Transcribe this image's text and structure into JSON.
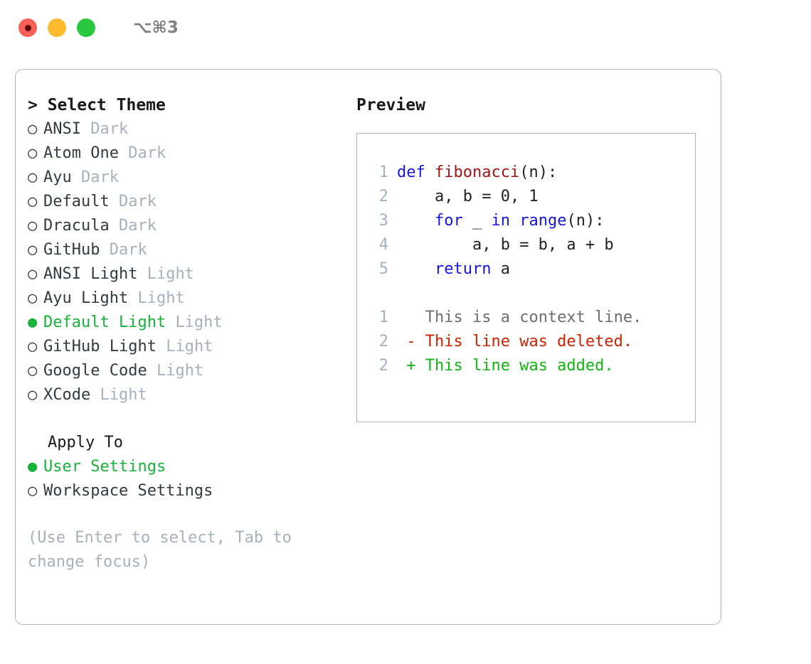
{
  "titlebar": {
    "shortcut": "⌥⌘3",
    "buttons": {
      "close": "close",
      "minimize": "minimize",
      "maximize": "maximize"
    },
    "colors": {
      "close": "#fc5f57",
      "minimize": "#fdbc2e",
      "maximize": "#29c73f"
    }
  },
  "theme_picker": {
    "header": "> Select Theme",
    "bullet_selected": "●",
    "bullet_unselected": "○",
    "items": [
      {
        "name": "ANSI",
        "tag": "Dark",
        "selected": false
      },
      {
        "name": "Atom One",
        "tag": "Dark",
        "selected": false
      },
      {
        "name": "Ayu",
        "tag": "Dark",
        "selected": false
      },
      {
        "name": "Default",
        "tag": "Dark",
        "selected": false
      },
      {
        "name": "Dracula",
        "tag": "Dark",
        "selected": false
      },
      {
        "name": "GitHub",
        "tag": "Dark",
        "selected": false
      },
      {
        "name": "ANSI Light",
        "tag": "Light",
        "selected": false
      },
      {
        "name": "Ayu Light",
        "tag": "Light",
        "selected": false
      },
      {
        "name": "Default Light",
        "tag": "Light",
        "selected": true
      },
      {
        "name": "GitHub Light",
        "tag": "Light",
        "selected": false
      },
      {
        "name": "Google Code",
        "tag": "Light",
        "selected": false
      },
      {
        "name": "XCode",
        "tag": "Light",
        "selected": false
      }
    ]
  },
  "apply_to": {
    "title": "Apply To",
    "options": [
      {
        "label": "User Settings",
        "selected": true
      },
      {
        "label": "Workspace Settings",
        "selected": false
      }
    ]
  },
  "hint": "(Use Enter to select, Tab to change focus)",
  "preview": {
    "header": "Preview",
    "code_lines": [
      {
        "num": "1",
        "indent": "",
        "tokens": [
          {
            "t": "def ",
            "c": "kw"
          },
          {
            "t": "fibonacci",
            "c": "fn"
          },
          {
            "t": "(n):",
            "c": "plain"
          }
        ]
      },
      {
        "num": "2",
        "indent": "    ",
        "tokens": [
          {
            "t": "a, b = 0, 1",
            "c": "plain"
          }
        ]
      },
      {
        "num": "3",
        "indent": "    ",
        "tokens": [
          {
            "t": "for ",
            "c": "kw"
          },
          {
            "t": "_ ",
            "c": "plain"
          },
          {
            "t": "in ",
            "c": "kw"
          },
          {
            "t": "range",
            "c": "kw"
          },
          {
            "t": "(n):",
            "c": "plain"
          }
        ]
      },
      {
        "num": "4",
        "indent": "        ",
        "tokens": [
          {
            "t": "a, b = b, a + b",
            "c": "plain"
          }
        ]
      },
      {
        "num": "5",
        "indent": "    ",
        "tokens": [
          {
            "t": "return ",
            "c": "kw"
          },
          {
            "t": "a",
            "c": "plain"
          }
        ]
      }
    ],
    "diff_lines": [
      {
        "num": "1",
        "marker": " ",
        "text": "This is a context line.",
        "kind": "diff-ctx"
      },
      {
        "num": "2",
        "marker": "-",
        "text": "This line was deleted.",
        "kind": "diff-del"
      },
      {
        "num": "2",
        "marker": "+",
        "text": "This line was added.",
        "kind": "diff-add"
      }
    ]
  },
  "colors": {
    "accent_green": "#18b23a",
    "muted": "#a7b0bd",
    "border": "#a9b3c4",
    "keyword": "#1414e0",
    "function": "#9e1515",
    "diff_add": "#10b510",
    "diff_del": "#cc2200"
  }
}
